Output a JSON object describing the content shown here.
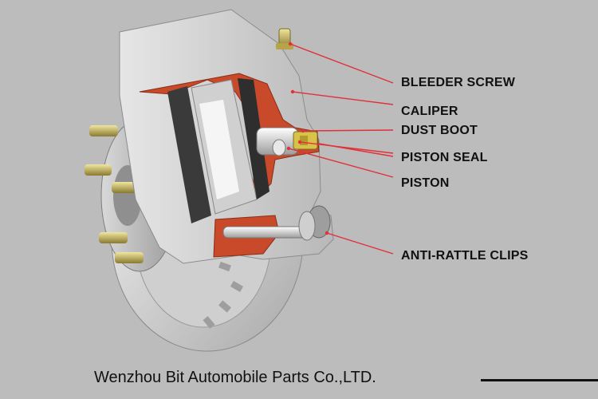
{
  "diagram": {
    "callouts": [
      {
        "id": "bleeder-screw",
        "label": "BLEEDER SCREW"
      },
      {
        "id": "caliper",
        "label": "CALIPER"
      },
      {
        "id": "dust-boot",
        "label": "DUST BOOT"
      },
      {
        "id": "piston-seal",
        "label": "PISTON SEAL"
      },
      {
        "id": "piston",
        "label": "PISTON"
      },
      {
        "id": "anti-rattle-clips",
        "label": "ANTI-RATTLE CLIPS"
      }
    ],
    "leader_color": "#e0303a",
    "caliper_color": "#d8d8d8",
    "cutaway_color": "#c84a2a",
    "rotor_color": "#e4e4e4"
  },
  "footer": {
    "company": "Wenzhou Bit Automobile Parts Co.,LTD."
  }
}
